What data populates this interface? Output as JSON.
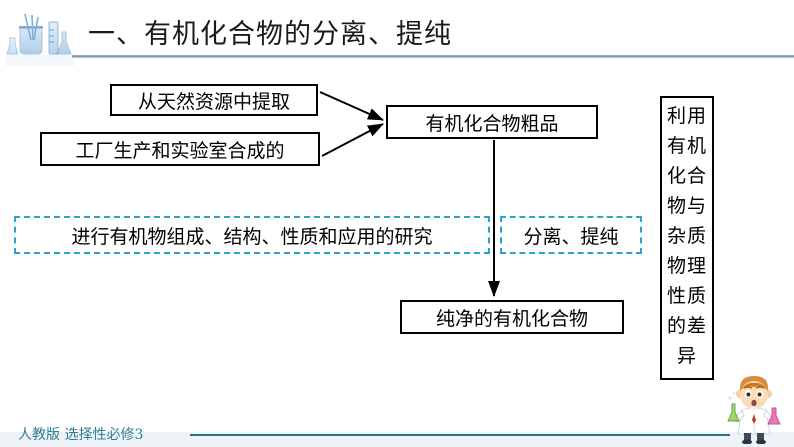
{
  "slide": {
    "title": "一、有机化合物的分离、提纯",
    "footer_text": "人教版 选择性必修3",
    "accent_color": "#28a3cf",
    "footer_color": "#2f7f94",
    "rule_color": "#7e94a8"
  },
  "decor": {
    "glassware_icon": "lab-glassware-illustration",
    "mascot_icon": "cartoon-scientist-boy-illustration"
  },
  "flowchart": {
    "boxes": [
      {
        "id": "natural",
        "label": "从天然资源中提取",
        "style": "solid"
      },
      {
        "id": "factory",
        "label": "工厂生产和实验室合成的",
        "style": "solid"
      },
      {
        "id": "crude",
        "label": "有机化合物粗品",
        "style": "solid"
      },
      {
        "id": "research",
        "label": "进行有机物组成、结构、性质和应用的研究",
        "style": "dashed"
      },
      {
        "id": "separation",
        "label": "分离、提纯",
        "style": "dashed"
      },
      {
        "id": "pure",
        "label": "纯净的有机化合物",
        "style": "solid"
      }
    ],
    "vertical_box": {
      "full_text": "利用有机化合物与杂质物理性质的差异",
      "lines": [
        "利用",
        "有机",
        "化合",
        "物与",
        "杂质",
        "物理",
        "性质",
        "的差",
        "异"
      ]
    },
    "arrows": [
      {
        "from": "natural",
        "to": "crude",
        "type": "diagonal-down-right"
      },
      {
        "from": "factory",
        "to": "crude",
        "type": "diagonal-up-right"
      },
      {
        "from": "crude",
        "to": "pure",
        "type": "vertical-down"
      }
    ]
  }
}
